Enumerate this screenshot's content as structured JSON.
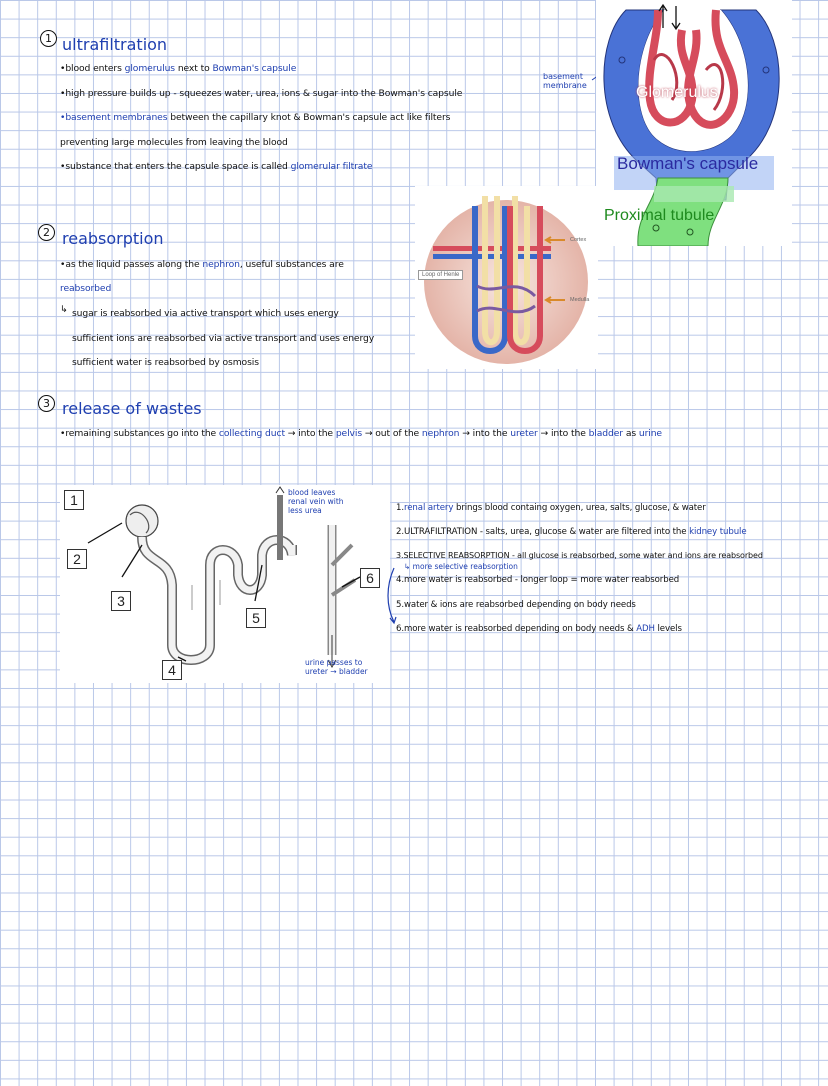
{
  "section1": {
    "number": "1",
    "title": "ultrafiltration",
    "lines": [
      {
        "text": "•blood enters ",
        "hl": "glomerulus",
        "after": " next to ",
        "hl2": "Bowman's capsule"
      },
      {
        "text": "•high pressure builds up - squeezes water, urea, ions & sugar into the Bowman's capsule"
      },
      {
        "hl": "•basement membranes",
        "after": " between the capillary knot & Bowman's capsule act like filters"
      },
      {
        "text": "preventing large molecules from leaving the blood"
      },
      {
        "text": "•substance that enters the capsule space is called ",
        "hl": "glomerular filtrate"
      }
    ],
    "diagram": {
      "annotation": "basement membrane",
      "label_glomerulus": "Glomerulus",
      "label_bowman": "Bowman's capsule",
      "label_tubule": "Proximal tubule",
      "colors": {
        "capsule": "#4a72d6",
        "glomerulus": "#d64c5c",
        "tubule": "#7fe07f",
        "bowman_text": "#2a2aa0",
        "tubule_text": "#1e8a1e"
      }
    }
  },
  "section2": {
    "number": "2",
    "title": "reabsorption",
    "lines": [
      {
        "text": "•as the liquid passes along the ",
        "hl": "nephron",
        "after": ", useful substances are"
      },
      {
        "hl": "reabsorbed"
      },
      {
        "text": "sugar is reabsorbed via active transport which uses energy"
      },
      {
        "text": "sufficient ions are reabsorbed via active transport and uses energy"
      },
      {
        "text": "sufficient water is reabsorbed by osmosis"
      }
    ],
    "diagram": {
      "cortex": "Cortex",
      "medulla": "Medulla",
      "loop": "Loop of Henle"
    }
  },
  "section3": {
    "number": "3",
    "title": "release of wastes",
    "line": [
      {
        "t": "•remaining substances go into the "
      },
      {
        "t": "collecting duct",
        "hl": true
      },
      {
        "t": " → into the "
      },
      {
        "t": "pelvis",
        "hl": true
      },
      {
        "t": " → out of the "
      },
      {
        "t": "nephron",
        "hl": true
      },
      {
        "t": " → into the "
      },
      {
        "t": "ureter",
        "hl": true
      },
      {
        "t": " → into the "
      },
      {
        "t": "bladder",
        "hl": true
      },
      {
        "t": " as "
      },
      {
        "t": "urine",
        "hl": true
      }
    ]
  },
  "nephron": {
    "boxes": [
      "1",
      "2",
      "3",
      "4",
      "5",
      "6"
    ],
    "note_top": [
      "blood leaves",
      "renal vein with",
      "less urea"
    ],
    "note_bottom": [
      "urine passes to",
      "ureter → bladder"
    ],
    "steps": [
      {
        "num": "1.",
        "hl": "renal artery",
        "text": " brings blood containg oxygen, urea, salts, glucose, & water"
      },
      {
        "num": "2.",
        "text": "ULTRAFILTRATION - salts, urea, glucose & water are filtered into the ",
        "hl_after": "kidney tubule"
      },
      {
        "num": "3.",
        "text": "SELECTIVE REABSORPTION - all glucose is reabsorbed, some water and ions are reabsorbed"
      },
      {
        "num": "4.",
        "text": "more water is reabsorbed - longer loop = more water reabsorbed"
      },
      {
        "num": "5.",
        "text": "water & ions are reabsorbed depending on body needs"
      },
      {
        "num": "6.",
        "text": "more water is reabsorbed depending on body needs & ",
        "hl_after": "ADH",
        "after": " levels"
      }
    ],
    "side_note": "more selective reabsorption"
  }
}
